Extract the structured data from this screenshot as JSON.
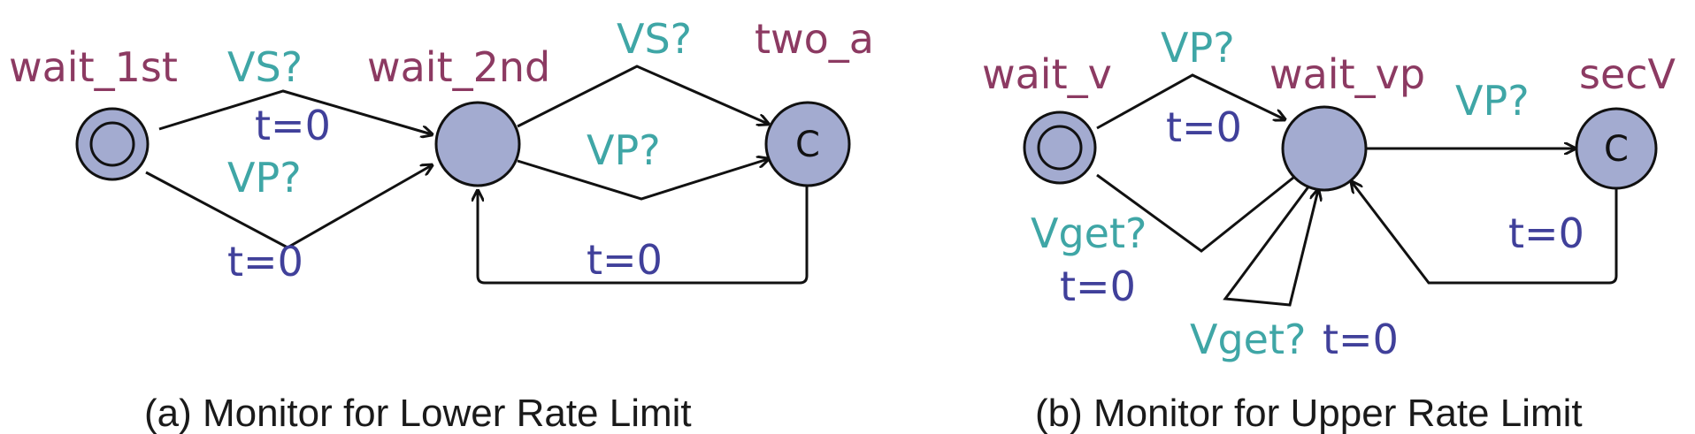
{
  "panel_a": {
    "caption": "(a) Monitor for Lower Rate Limit",
    "states": {
      "wait_1st": "wait_1st",
      "wait_2nd": "wait_2nd",
      "two_a": "two_a",
      "two_a_mark": "C"
    },
    "labels": {
      "vs_top": "VS?",
      "t0_top": "t=0",
      "vp_bottom": "VP?",
      "t0_bottom": "t=0",
      "vs_right": "VS?",
      "vp_right": "VP?",
      "t0_return": "t=0"
    }
  },
  "panel_b": {
    "caption": "(b) Monitor for Upper Rate Limit",
    "states": {
      "wait_v": "wait_v",
      "wait_vp": "wait_vp",
      "secV": "secV",
      "secV_mark": "C"
    },
    "labels": {
      "vp_top": "VP?",
      "t0_top": "t=0",
      "vget_left": "Vget?",
      "t0_left": "t=0",
      "vp_right": "VP?",
      "t0_return": "t=0",
      "vget_loop": "Vget?",
      "t0_loop": "t=0"
    }
  },
  "colors": {
    "state_fill": "#a3abd0",
    "state_name": "#8c3a62",
    "sync_label": "#3fa6a6",
    "assign_label": "#40409a"
  }
}
